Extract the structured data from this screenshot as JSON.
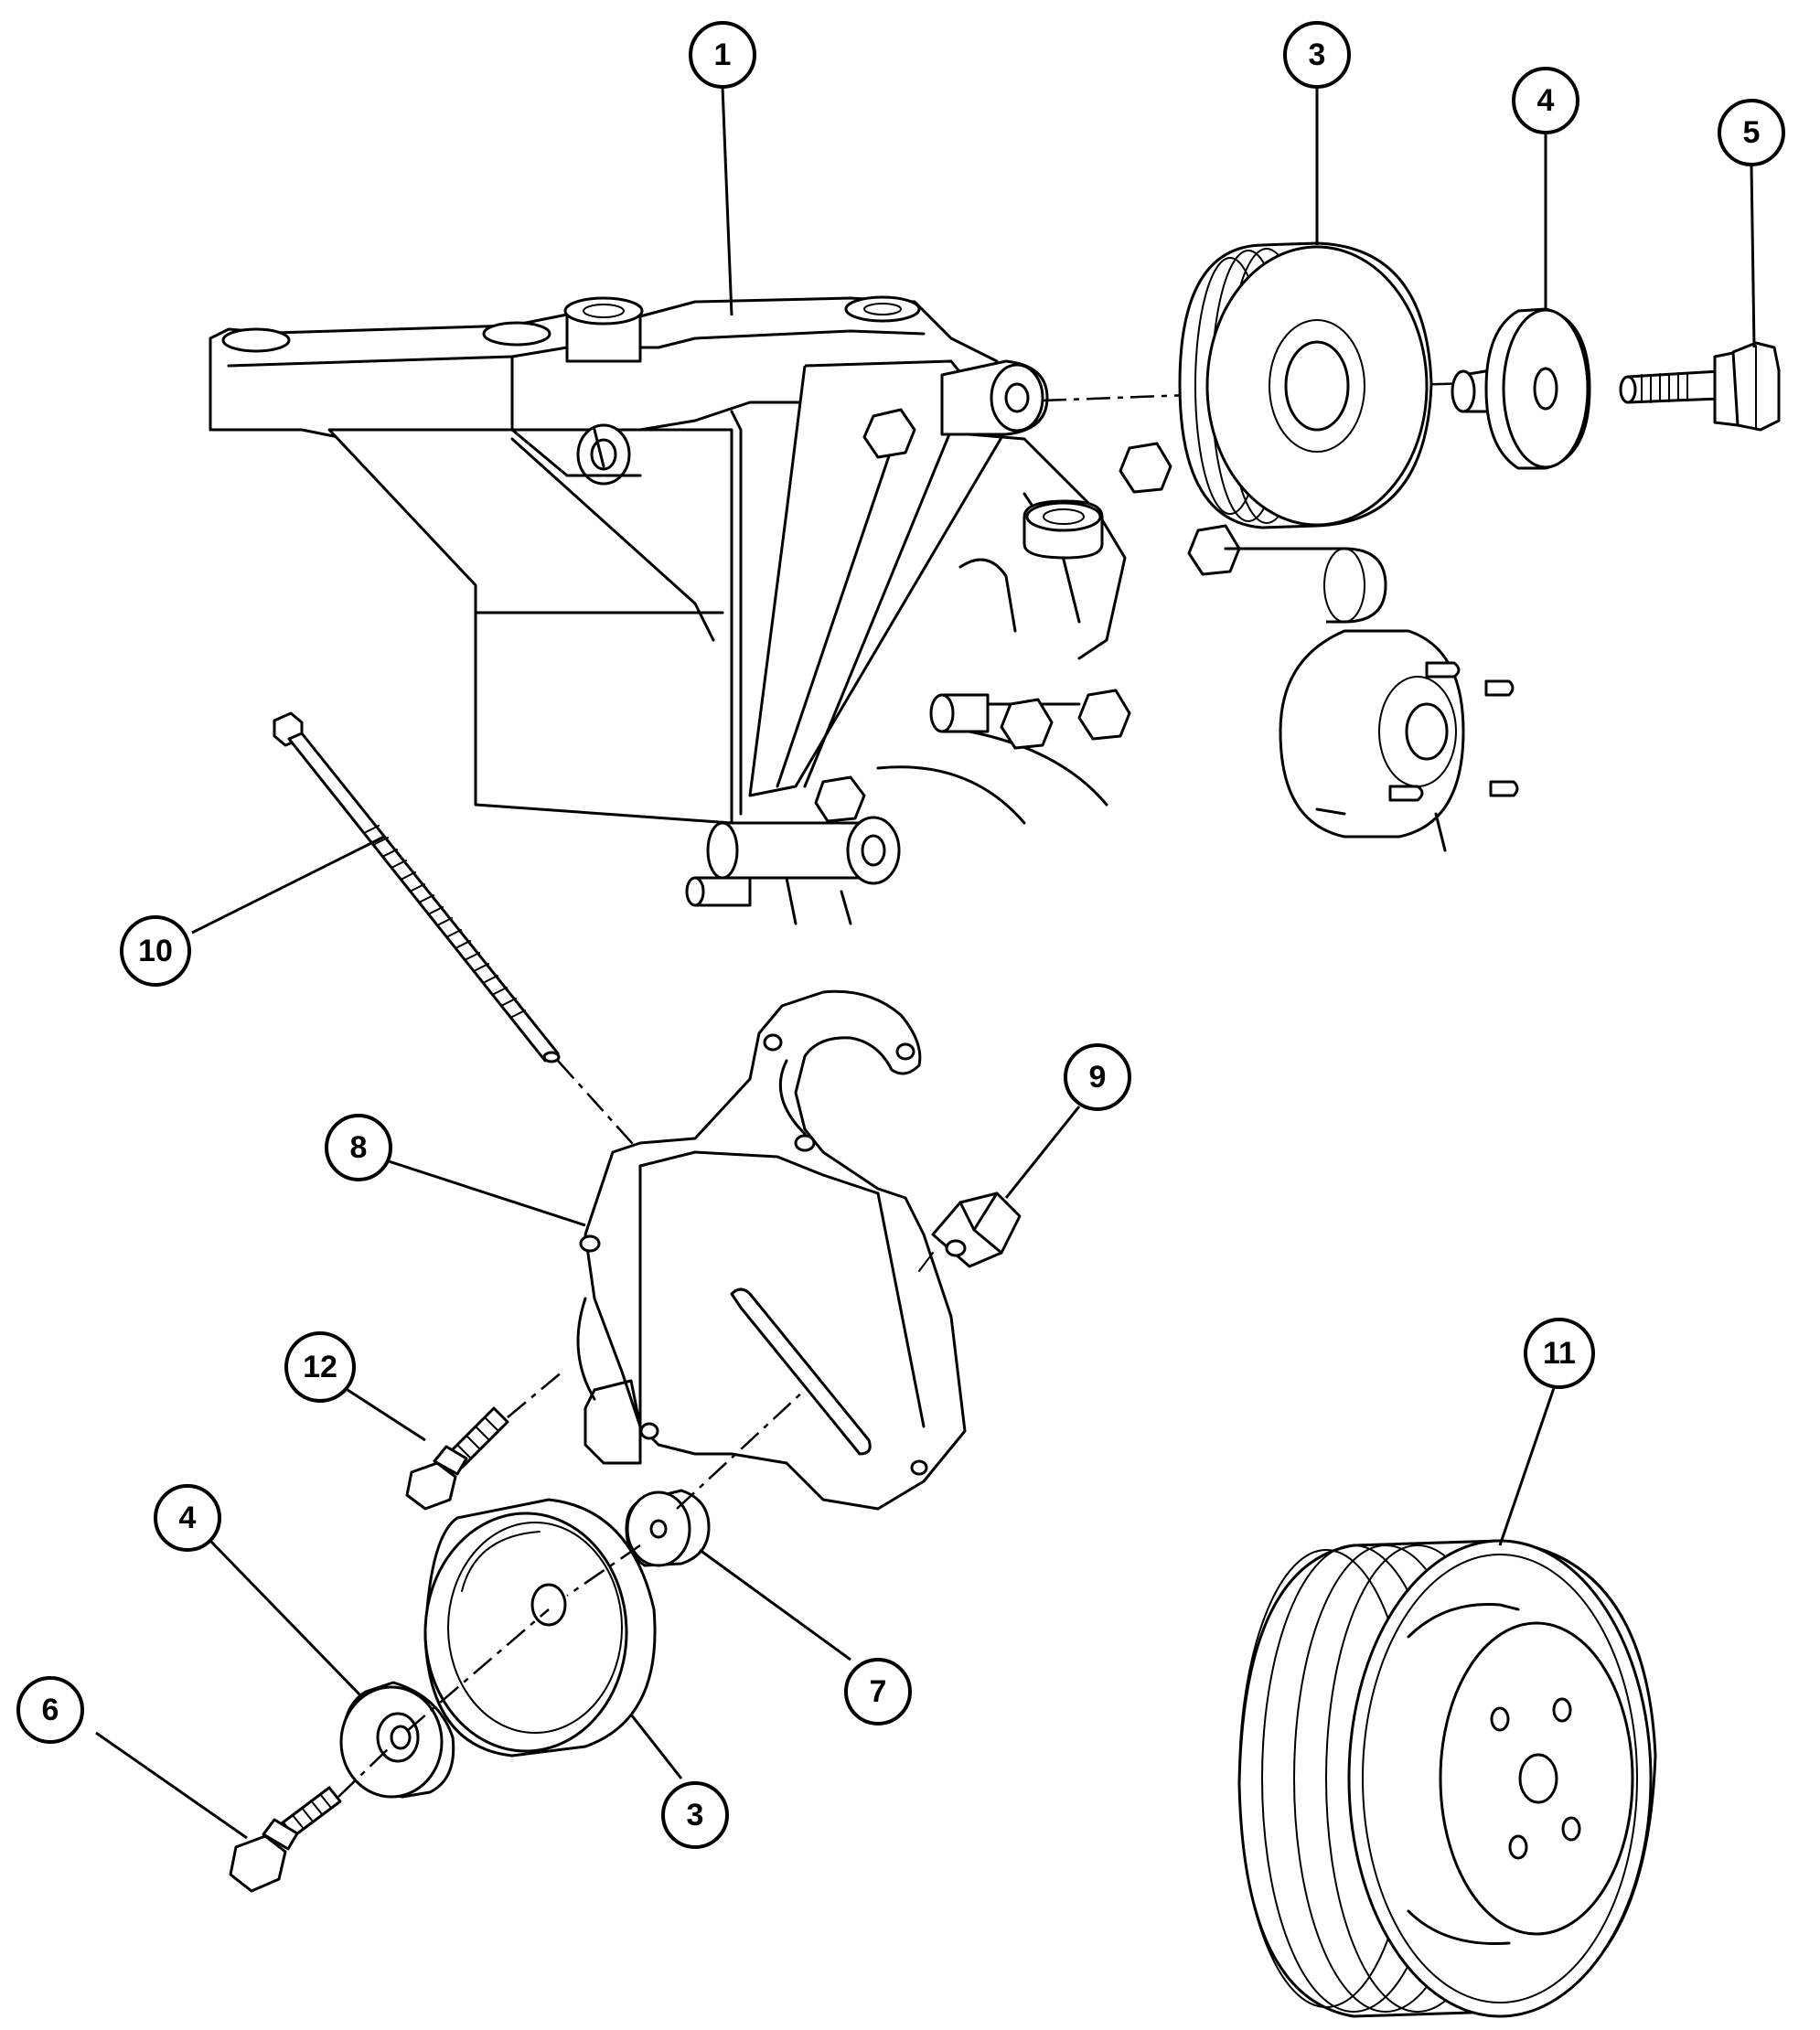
{
  "diagram": {
    "callouts": [
      {
        "id": "c1",
        "label": "1"
      },
      {
        "id": "c3a",
        "label": "3"
      },
      {
        "id": "c4a",
        "label": "4"
      },
      {
        "id": "c5",
        "label": "5"
      },
      {
        "id": "c10",
        "label": "10"
      },
      {
        "id": "c9",
        "label": "9"
      },
      {
        "id": "c8",
        "label": "8"
      },
      {
        "id": "c12",
        "label": "12"
      },
      {
        "id": "c11",
        "label": "11"
      },
      {
        "id": "c4b",
        "label": "4"
      },
      {
        "id": "c7",
        "label": "7"
      },
      {
        "id": "c6",
        "label": "6"
      },
      {
        "id": "c3b",
        "label": "3"
      }
    ]
  }
}
